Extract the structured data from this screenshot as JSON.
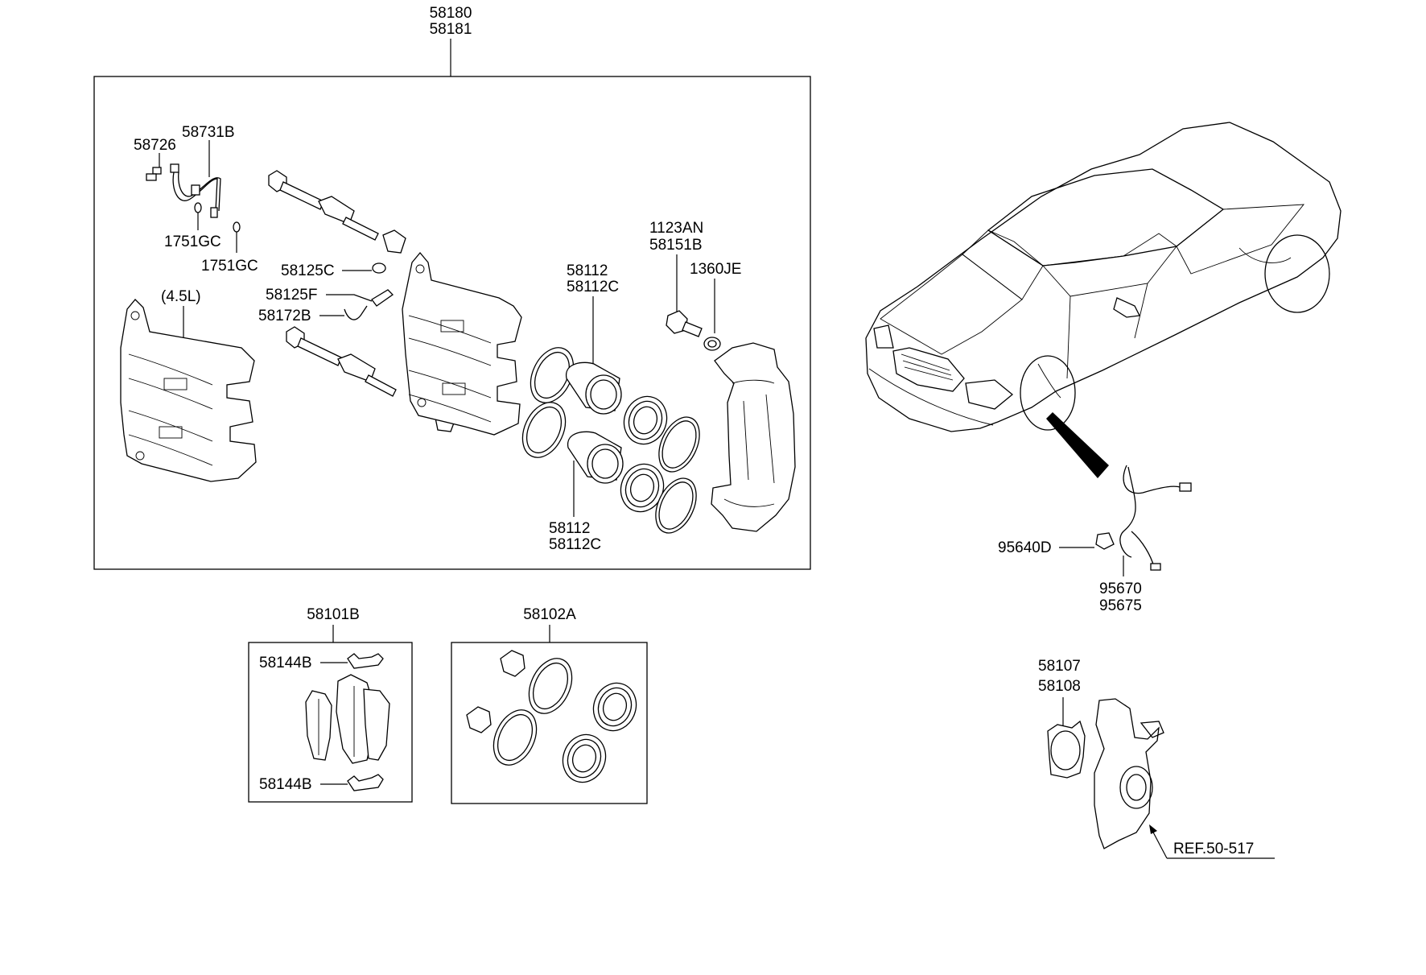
{
  "assembly": {
    "line1": "58180",
    "line2": "58181"
  },
  "caliper_box": {
    "hose_bolt": "58726",
    "hose": "58731B",
    "gasket_a": "1751GC",
    "gasket_b": "1751GC",
    "variant": "(4.5L)",
    "bleeder_cap": "58125C",
    "bleeder_screw": "58125F",
    "pad_wear_sensor": "58172B",
    "piston_upper": {
      "line1": "58112",
      "line2": "58112C"
    },
    "piston_lower": {
      "line1": "58112",
      "line2": "58112C"
    },
    "caliper_bolt": {
      "line1": "1123AN",
      "line2": "58151B"
    },
    "washer": "1360JE"
  },
  "pad_kit": {
    "title": "58101B",
    "shim_upper": "58144B",
    "shim_lower": "58144B"
  },
  "seal_kit": {
    "title": "58102A"
  },
  "abs_sensor": {
    "clip": "95640D",
    "sensor": {
      "line1": "95670",
      "line2": "95675"
    }
  },
  "dust_cover": {
    "line1": "58107",
    "line2": "58108"
  },
  "knuckle_ref": "REF.50-517"
}
